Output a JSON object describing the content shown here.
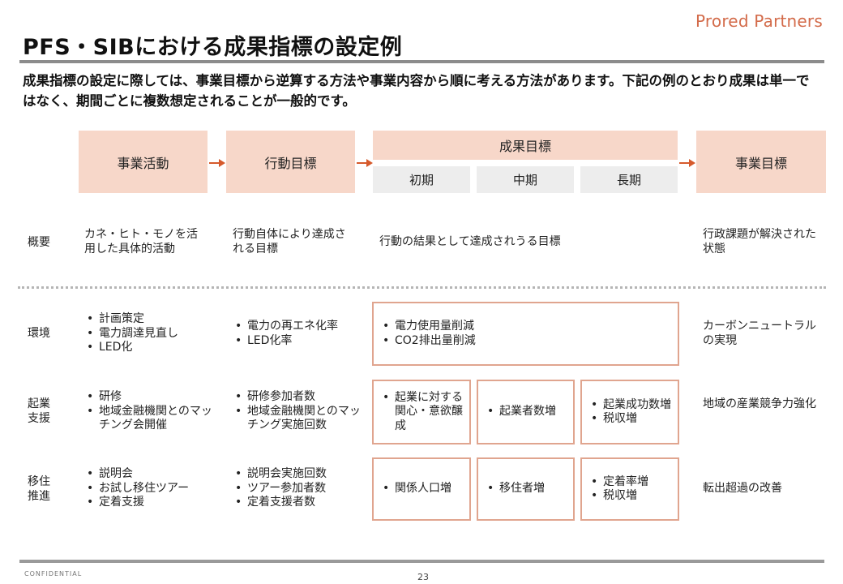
{
  "brand": "Prored Partners",
  "title": "PFS・SIBにおける成果指標の設定例",
  "lead": "成果指標の設定に際しては、事業目標から逆算する方法や事業内容から順に考える方法があります。下記の例のとおり成果は単一ではなく、期間ごとに複数想定されることが一般的です。",
  "headers": {
    "activity": "事業活動",
    "action_goal": "行動目標",
    "outcome_goal": "成果目標",
    "early": "初期",
    "mid": "中期",
    "long": "長期",
    "business_goal": "事業目標"
  },
  "overview": {
    "label": "概要",
    "activity": "カネ・ヒト・モノを活用した具体的活動",
    "action_goal": "行動自体により達成される目標",
    "outcome_goal": "行動の結果として達成されうる目標",
    "business_goal": "行政課題が解決された状態"
  },
  "rows": {
    "env": {
      "label": "環境",
      "activity": [
        "計画策定",
        "電力調達見直し",
        "LED化"
      ],
      "action_goal": [
        "電力の再エネ化率",
        "LED化率"
      ],
      "outcome": [
        "電力使用量削減",
        "CO2排出量削減"
      ],
      "business_goal": "カーボンニュートラルの実現"
    },
    "startup": {
      "label": "起業支援",
      "activity": [
        "研修",
        "地域金融機関とのマッチング会開催"
      ],
      "action_goal": [
        "研修参加者数",
        "地域金融機関とのマッチング実施回数"
      ],
      "early": [
        "起業に対する関心・意欲醸成"
      ],
      "mid": [
        "起業者数増"
      ],
      "long": [
        "起業成功数増",
        "税収増"
      ],
      "business_goal": "地域の産業競争力強化"
    },
    "migration": {
      "label": "移住推進",
      "activity": [
        "説明会",
        "お試し移住ツアー",
        "定着支援"
      ],
      "action_goal": [
        "説明会実施回数",
        "ツアー参加者数",
        "定着支援者数"
      ],
      "early": [
        "関係人口増"
      ],
      "mid": [
        "移住者増"
      ],
      "long": [
        "定着率増",
        "税収増"
      ],
      "business_goal": "転出超過の改善"
    }
  },
  "footer": {
    "confidential": "CONFIDENTIAL",
    "page": "23"
  },
  "colors": {
    "accent": "#d65a2c",
    "header_fill": "#f7d7c9",
    "box_border": "#e0a58f",
    "sub_fill": "#ededed"
  }
}
